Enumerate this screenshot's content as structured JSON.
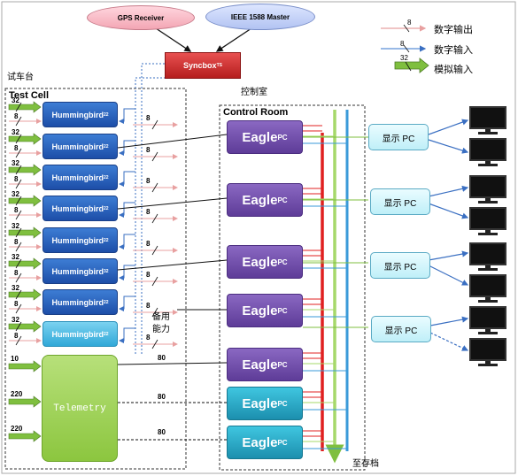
{
  "top": {
    "gps": "GPS Receiver",
    "ieee": "IEEE 1588 Master",
    "synchbox": "Syncbox",
    "synchbox_sup": "TS"
  },
  "labels": {
    "test_area": "试车台",
    "test_cell": "Test Cell",
    "control_room_cn": "控制室",
    "control_room": "Control Room",
    "archive": "至存档",
    "spare": "备用\n能力"
  },
  "legend": [
    {
      "num": "8",
      "text": "数字输出",
      "color": "#e8a0a0"
    },
    {
      "num": "8",
      "text": "数字输入",
      "color": "#5b8fd6"
    },
    {
      "num": "32",
      "text": "模拟输入",
      "color": "#7fbf3f"
    }
  ],
  "hummingbirds": [
    {
      "name": "Hummingbird",
      "sup": "2",
      "sub": "2"
    },
    {
      "name": "Hummingbird",
      "sup": "2",
      "sub": "2"
    },
    {
      "name": "Hummingbird",
      "sup": "2",
      "sub": "2"
    },
    {
      "name": "Hummingbird",
      "sup": "2",
      "sub": "2"
    },
    {
      "name": "Hummingbird",
      "sup": "2",
      "sub": "2"
    },
    {
      "name": "Hummingbird",
      "sup": "3",
      "sub": "2"
    },
    {
      "name": "Hummingbird",
      "sup": "2",
      "sub": "2"
    },
    {
      "name": "Hummingbird",
      "sup": "2",
      "sub": "2"
    }
  ],
  "hb_inputs": {
    "analog": "32",
    "digital": "8"
  },
  "hb_outputs": [
    "8",
    "8",
    "8",
    "8",
    "8",
    "8",
    "8",
    "8"
  ],
  "telemetry": {
    "name": "Telemetry",
    "inputs": [
      "10",
      "220",
      "220"
    ],
    "links": [
      "80",
      "80",
      "80"
    ]
  },
  "eagles": [
    {
      "name": "Eagle",
      "sup": "PC",
      "style": "purple"
    },
    {
      "name": "Eagle",
      "sup": "PC",
      "style": "purple"
    },
    {
      "name": "Eagle",
      "sup": "PC",
      "style": "purple"
    },
    {
      "name": "Eagle",
      "sup": "PC",
      "style": "purple"
    },
    {
      "name": "Eagle",
      "sup": "PC",
      "style": "purple"
    },
    {
      "name": "Eagle",
      "sup": "PC",
      "style": "teal"
    },
    {
      "name": "Eagle",
      "sup": "PC",
      "style": "teal"
    }
  ],
  "displays": [
    "显示 PC",
    "显示 PC",
    "显示 PC",
    "显示 PC"
  ],
  "colors": {
    "digital_out": "#e8a0a0",
    "digital_in": "#5b8fd6",
    "analog_in": "#7fbf3f",
    "red_bus": "#e02020",
    "green_bus": "#a6d86a",
    "blue_bus": "#3a9ad9"
  }
}
